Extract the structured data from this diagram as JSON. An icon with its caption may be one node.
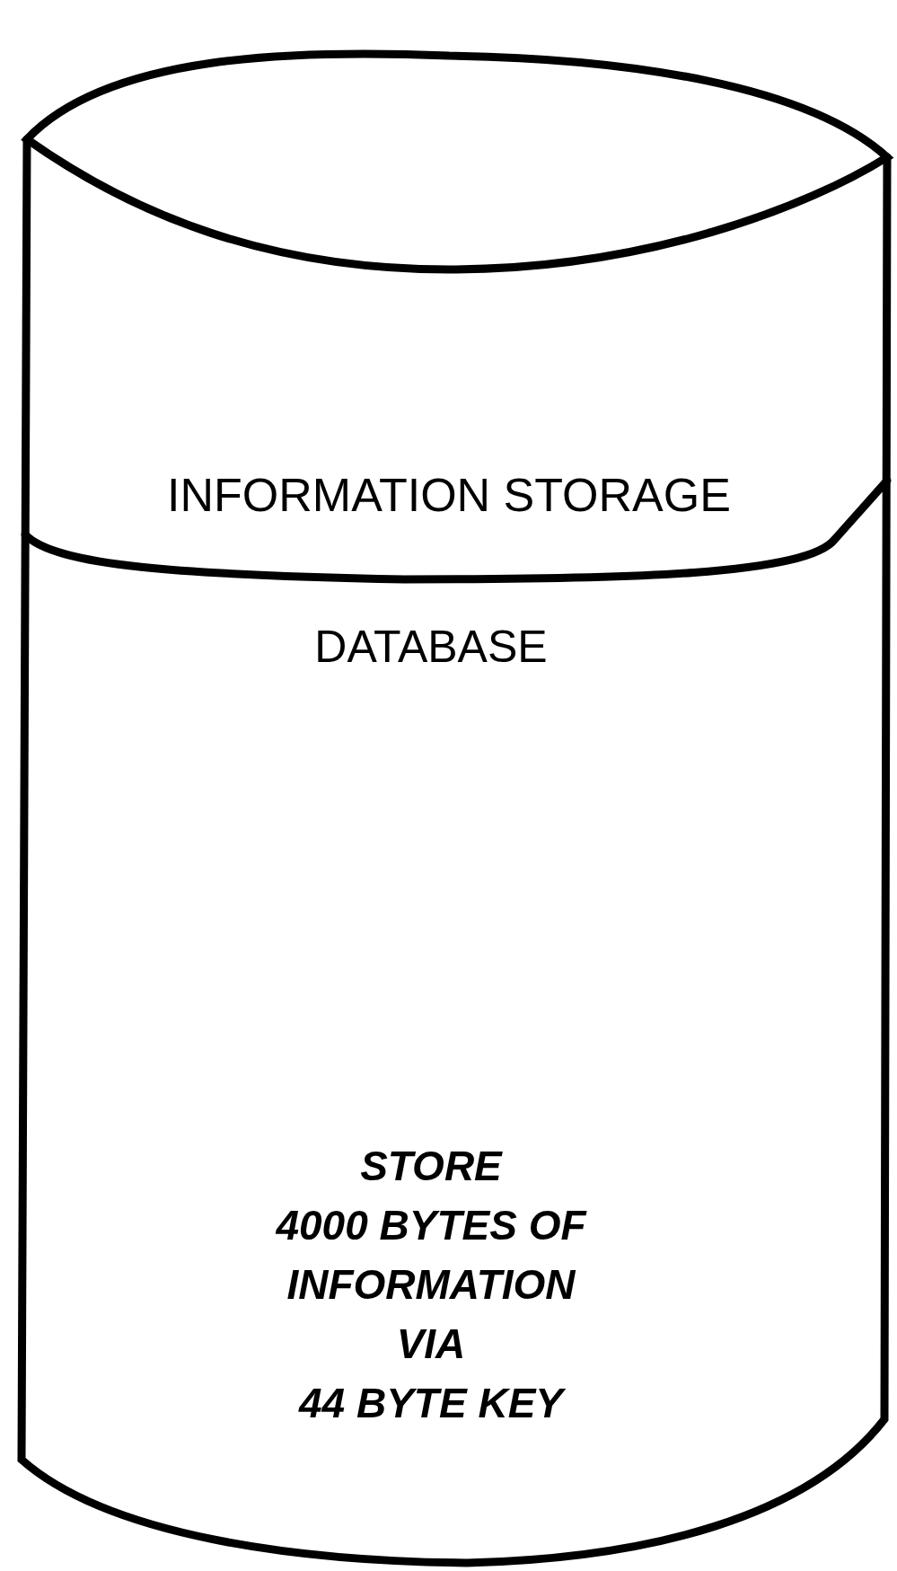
{
  "diagram": {
    "nodes": [
      {
        "text": [
          "INFORMATION STORAGE",
          "DATABASE",
          "STORE 4000 BYTES OF INFORMATION VIA 44 BYTE KEY"
        ]
      }
    ]
  }
}
